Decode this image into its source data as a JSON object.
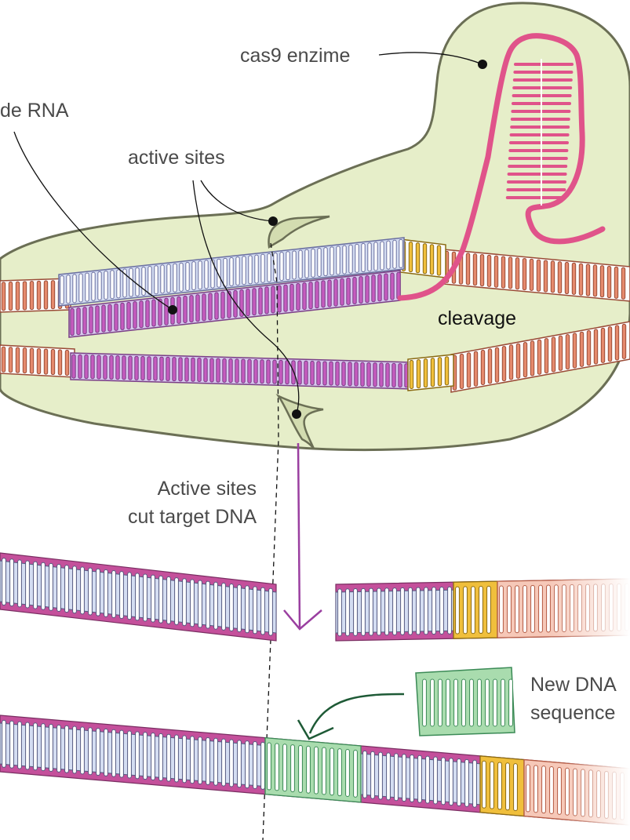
{
  "labels": {
    "cas9_enzyme": "cas9 enzime",
    "guide_rna": "de RNA",
    "active_sites": "active sites",
    "cleavage": "cleavage",
    "cut_line1": "Active sites",
    "cut_line2": "cut target DNA",
    "new_dna_line1": "New DNA",
    "new_dna_line2": "sequence"
  },
  "colors": {
    "enzyme_fill": "#e6eec9",
    "enzyme_stroke": "#6b6f55",
    "guide_rna": "#e0538a",
    "rna_strand": "#c65bbf",
    "rna_band": "#d8c8ee",
    "dna_strand_pink": "#c4509b",
    "dna_band_blue": "#d4ddf2",
    "dna_salmon": "#e58a6d",
    "pam_yellow": "#f0bf3c",
    "new_dna_green": "#a9dcae",
    "new_dna_dark": "#3b8a56",
    "arrow_purple": "#9a3fa0",
    "arrow_green": "#1e5a36"
  }
}
